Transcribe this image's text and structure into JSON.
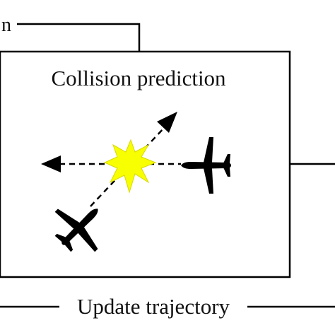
{
  "top_label_fragment": "n",
  "box": {
    "title": "Collision prediction"
  },
  "bottom_label": "Update trajectory",
  "icons": {
    "left_arrow": "arrowhead-left-icon",
    "upright_arrow": "arrowhead-upright-icon",
    "collision": "collision-star-icon",
    "right_plane": "airplane-west-icon",
    "bottom_plane": "airplane-northeast-icon"
  },
  "colors": {
    "stroke": "#000000",
    "collision_fill": "#f7ff00",
    "collision_outline": "#d8d800"
  }
}
